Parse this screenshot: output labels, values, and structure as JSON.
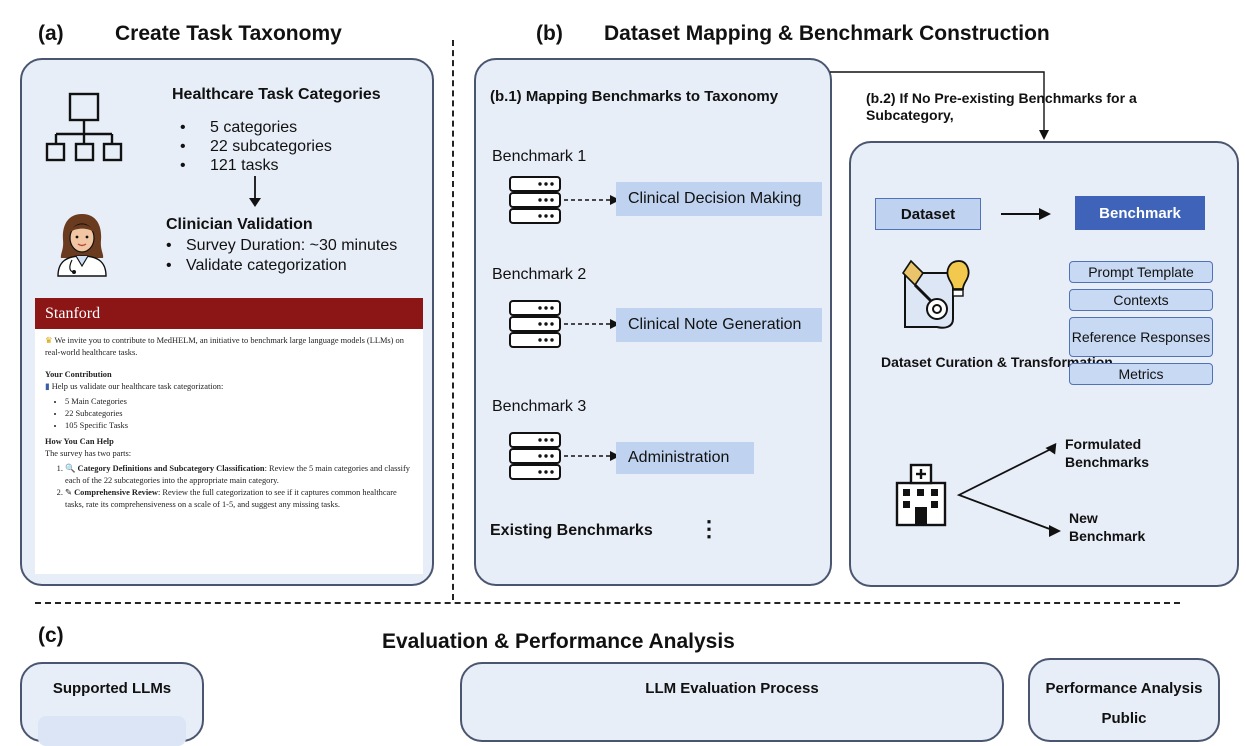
{
  "a": {
    "label": "(a)",
    "title": "Create Task Taxonomy",
    "categories_title": "Healthcare Task Categories",
    "categories_bullets": [
      "5 categories",
      "22 subcategories",
      "121 tasks"
    ],
    "validation_title": "Clinician Validation",
    "validation_bullets": [
      "Survey Duration: ~30 minutes",
      "Validate categorization"
    ],
    "survey": {
      "header": "Stanford",
      "intro": "We invite you to contribute to MedHELM, an initiative to benchmark large language models (LLMs) on real-world healthcare tasks.",
      "contribution_title": "Your Contribution",
      "contribution_text": "Help us validate our healthcare task categorization:",
      "contribution_items": [
        "5 Main Categories",
        "22 Subcategories",
        "105 Specific Tasks"
      ],
      "help_title": "How You Can Help",
      "help_text": "The survey has two parts:",
      "step1_title": "Category Definitions and Subcategory Classification",
      "step1_text": ": Review the 5 main categories and classify each of the 22 subcategories into the appropriate main category.",
      "step2_title": "Comprehensive Review",
      "step2_text": ": Review the full categorization to see if it captures common healthcare tasks, rate its comprehensiveness on a scale of 1-5, and suggest any missing tasks."
    }
  },
  "b": {
    "label": "(b)",
    "title": "Dataset Mapping & Benchmark Construction",
    "b1_title": "(b.1) Mapping Benchmarks to Taxonomy",
    "benchmarks": [
      {
        "name": "Benchmark 1",
        "target": "Clinical Decision Making"
      },
      {
        "name": "Benchmark 2",
        "target": "Clinical Note Generation"
      },
      {
        "name": "Benchmark 3",
        "target": "Administration"
      }
    ],
    "existing_label": "Existing Benchmarks",
    "ellipsis": "⋮",
    "b2_title": "(b.2) If No Pre-existing Benchmarks for a Subcategory,",
    "dataset_label": "Dataset",
    "benchmark_label": "Benchmark",
    "components": [
      "Prompt Template",
      "Contexts",
      "Reference Responses",
      "Metrics"
    ],
    "curation_label": "Dataset Curation & Transformation",
    "formulated_label": "Formulated Benchmarks",
    "new_label": "New Benchmark"
  },
  "c": {
    "label": "(c)",
    "title": "Evaluation & Performance Analysis",
    "supported_title": "Supported LLMs",
    "process_title": "LLM Evaluation Process",
    "analysis_title": "Performance Analysis",
    "analysis_sub": "Public"
  },
  "colors": {
    "panel_bg": "#e8eef8",
    "panel_border": "#4a5670",
    "tag_bg": "#bfd3f0",
    "benchmark_box": "#3e63b8",
    "stanford_red": "#8c1515"
  }
}
